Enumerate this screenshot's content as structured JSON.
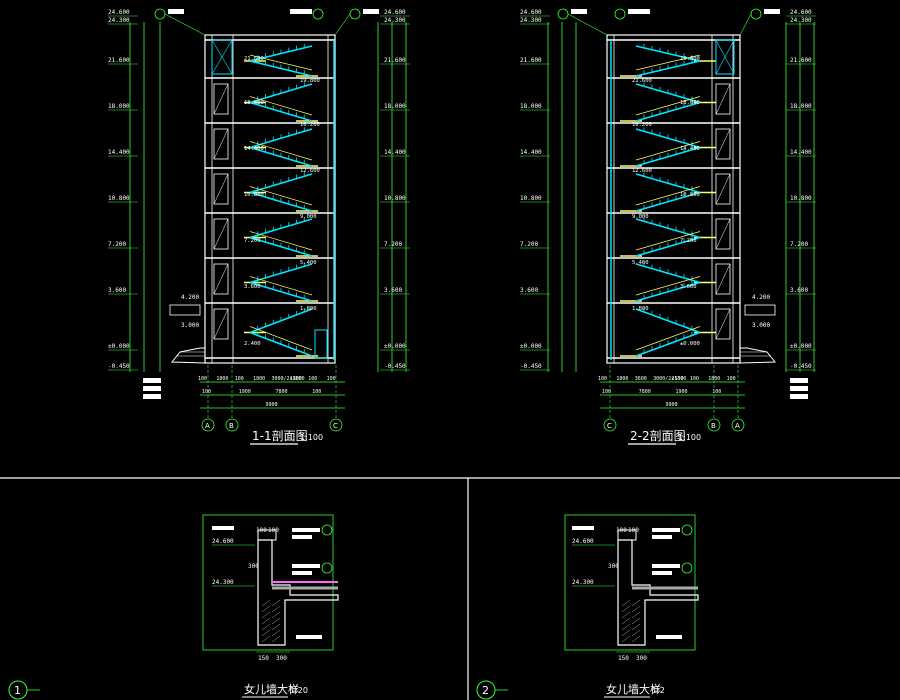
{
  "colors": {
    "background": "#000000",
    "green": "#33ff33",
    "cyan": "#00e5ff",
    "yellow": "#ffff66",
    "white": "#ffffff",
    "magenta": "#ff66ff",
    "gray": "#aaaaaa"
  },
  "section1": {
    "title": "1-1剖面图",
    "scale": "1:100",
    "axes": [
      "A",
      "B",
      "C"
    ],
    "left_levels": [
      "24.600",
      "24.300",
      "21.600",
      "18.000",
      "14.400",
      "10.800",
      "7.200",
      "3.600",
      "±0.000",
      "-0.450"
    ],
    "right_levels": [
      "24.600",
      "24.300",
      "21.600",
      "18.000",
      "14.400",
      "10.800",
      "7.200",
      "3.600",
      "±0.000",
      "-0.450"
    ],
    "stair_levels": [
      "21.600",
      "19.800",
      "18.000",
      "16.200",
      "14.400",
      "12.600",
      "10.800",
      "9.000",
      "7.200",
      "5.400",
      "3.600",
      "1.800",
      "2.400"
    ],
    "bottom_dims_row1": [
      "100",
      "1800",
      "100",
      "1800",
      "3000/2×1800",
      "1800",
      "100",
      "100"
    ],
    "bottom_dims_row2": [
      "100",
      "1900",
      "7800",
      "100"
    ],
    "bottom_total": "9900",
    "side_notes": [
      "4.200",
      "3.000"
    ]
  },
  "section2": {
    "title": "2-2剖面图",
    "scale": "1:100",
    "axes": [
      "C",
      "B",
      "A"
    ],
    "left_levels": [
      "24.600",
      "24.300",
      "21.600",
      "18.000",
      "14.400",
      "10.800",
      "7.200",
      "3.600",
      "±0.000",
      "-0.450"
    ],
    "right_levels": [
      "24.600",
      "24.300",
      "21.600",
      "18.000",
      "14.400",
      "10.800",
      "7.200",
      "3.600",
      "±0.000",
      "-0.450"
    ],
    "stair_levels": [
      "19.800",
      "21.600",
      "18.000",
      "16.200",
      "14.400",
      "12.600",
      "10.800",
      "9.000",
      "7.200",
      "5.400",
      "3.600",
      "1.800",
      "±0.000"
    ],
    "bottom_dims_row1": [
      "100",
      "1800",
      "3600",
      "3000/2×1800",
      "2550",
      "100",
      "1800",
      "100"
    ],
    "bottom_dims_row2": [
      "100",
      "7800",
      "1900",
      "100"
    ],
    "bottom_total": "9900",
    "side_notes": [
      "4.200",
      "3.000"
    ]
  },
  "detail1": {
    "number": "1",
    "title": "女儿墙大样",
    "scale": "1:20",
    "levels": [
      "24.600",
      "24.300"
    ],
    "dims": [
      "100",
      "100",
      "300",
      "150",
      "300"
    ]
  },
  "detail2": {
    "number": "2",
    "title": "女儿墙大样",
    "scale": "1:2",
    "levels": [
      "24.600",
      "24.300"
    ],
    "dims": [
      "100",
      "100",
      "300",
      "150",
      "300"
    ]
  }
}
